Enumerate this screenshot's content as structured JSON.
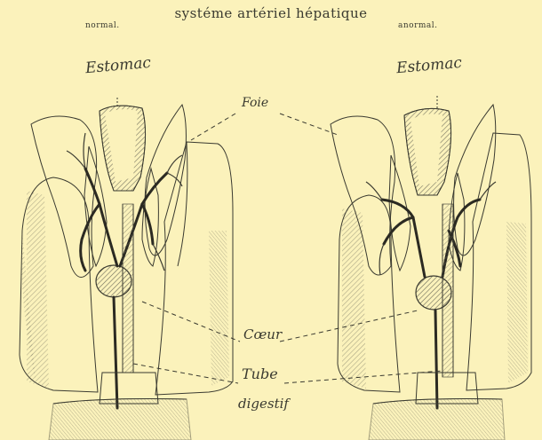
{
  "title": "systéme artériel hépatique",
  "panels": {
    "left_label": "normal.",
    "right_label": "anormal."
  },
  "labels": {
    "estomac_left": "Estomac",
    "estomac_right": "Estomac",
    "foie": "Foie",
    "coeur": "Cœur",
    "tube_line1": "Tube",
    "tube_line2": "digestif"
  },
  "colors": {
    "paper": "#fbf2bb",
    "ink": "#3a3a30"
  }
}
